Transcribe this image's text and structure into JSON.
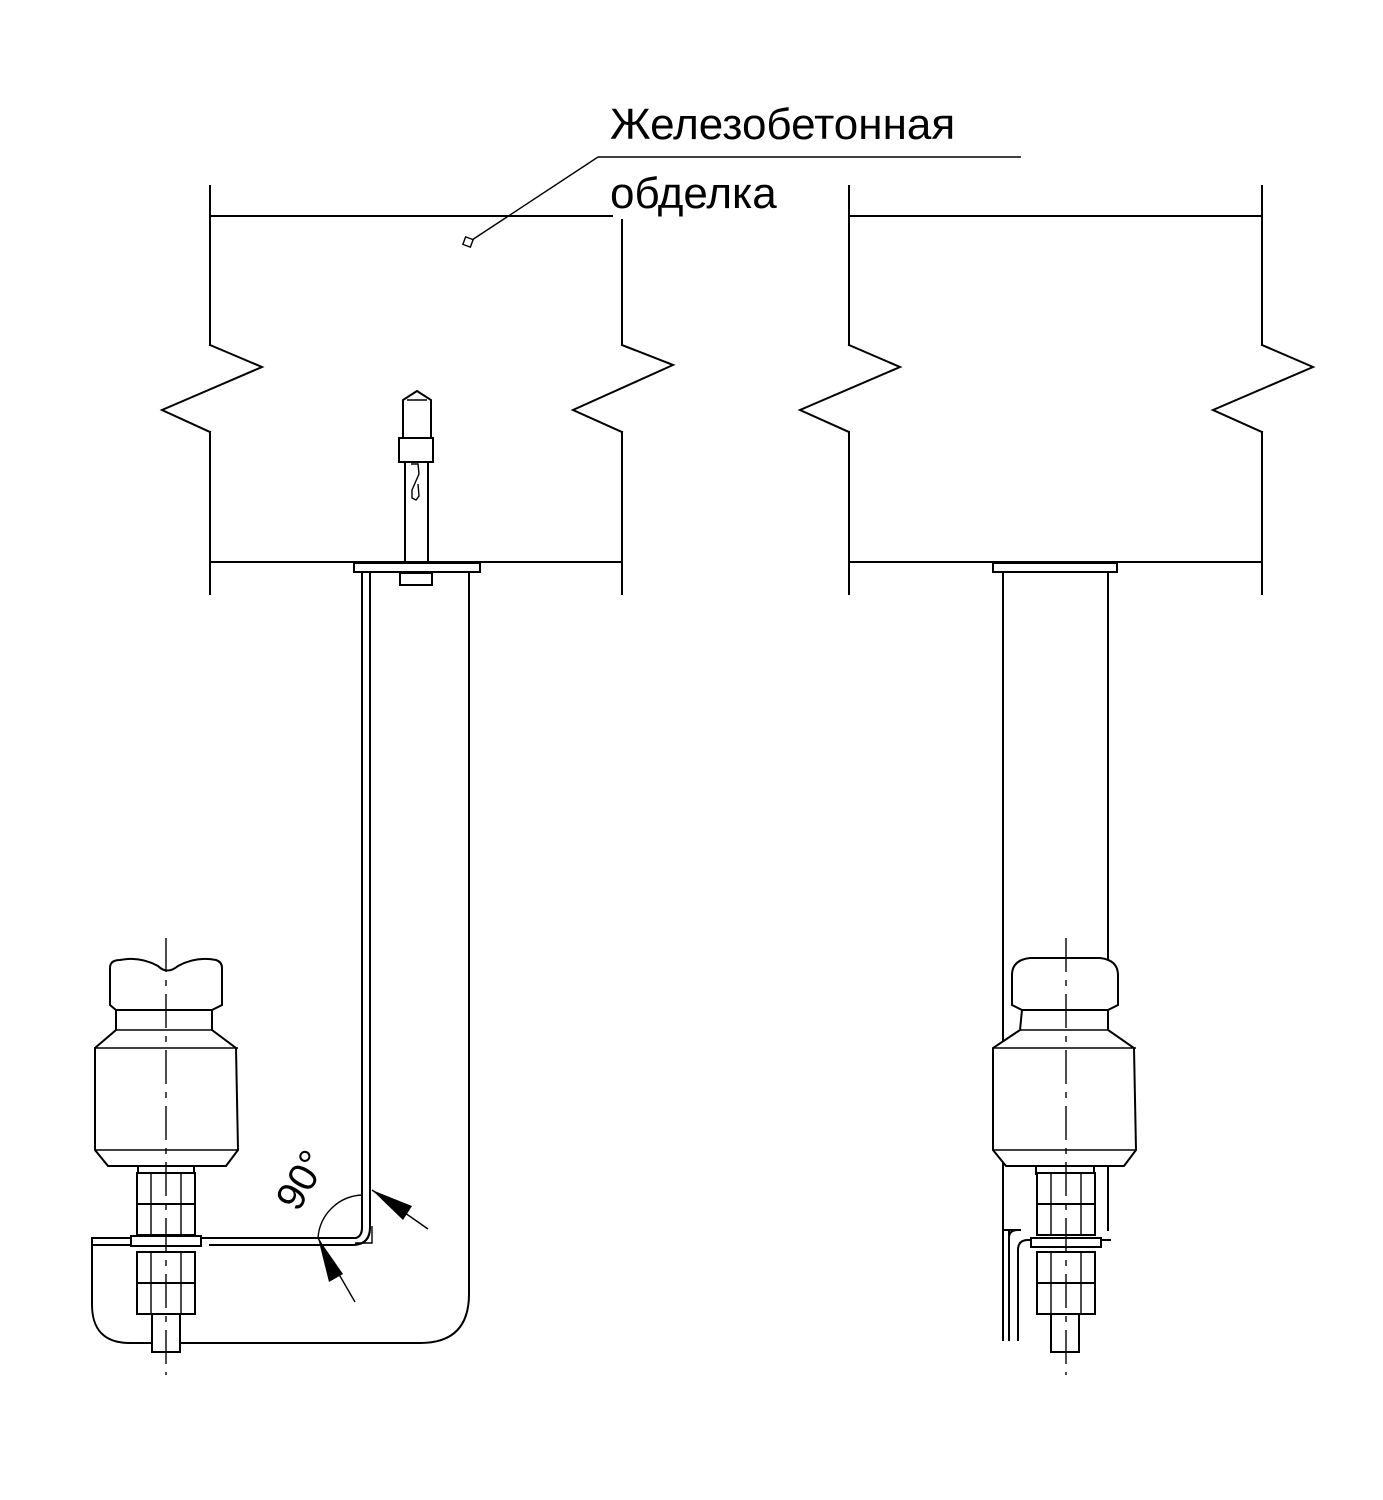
{
  "callout": {
    "line1": "Железобетонная",
    "line2": "обделка"
  },
  "dimension": {
    "angle_label": "90°"
  },
  "colors": {
    "line": "#000000",
    "background": "#ffffff"
  }
}
